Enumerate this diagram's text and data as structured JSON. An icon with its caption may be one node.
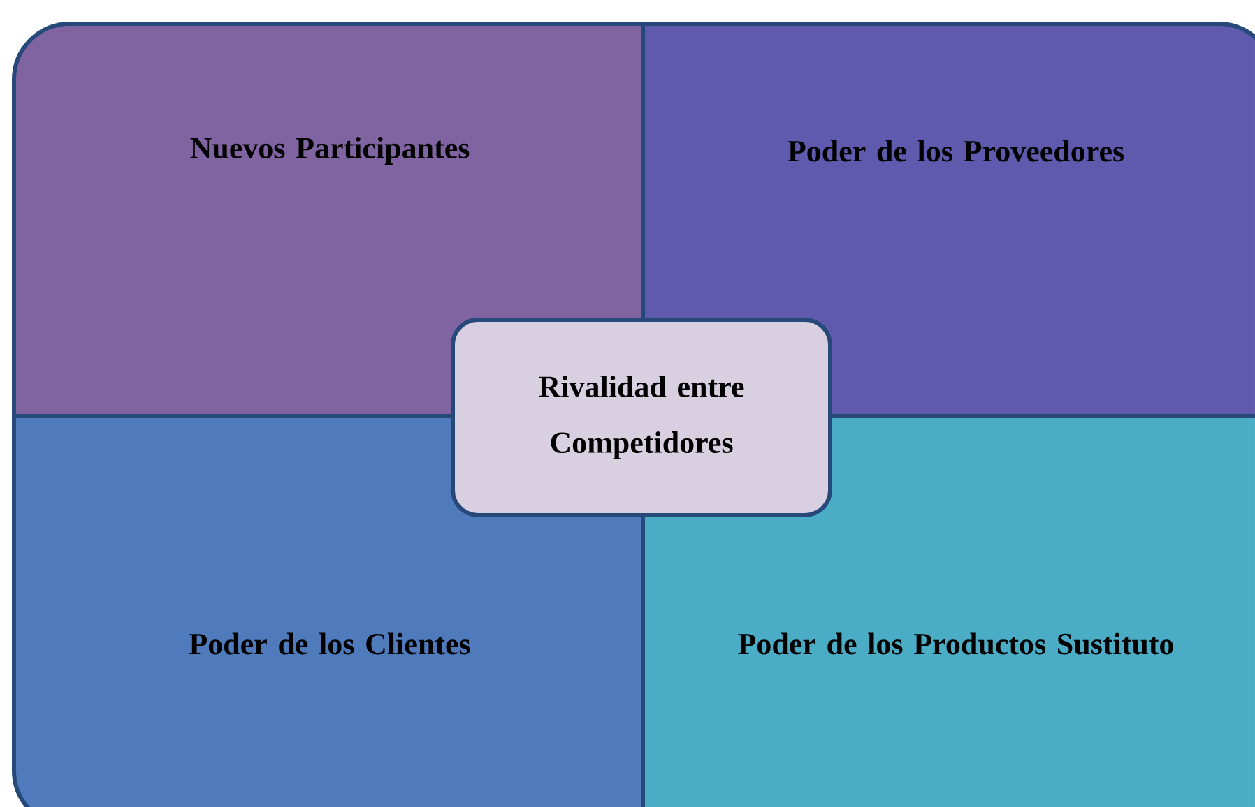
{
  "diagram": {
    "nodes": [
      {
        "text": [
          "Nuevos Participantes"
        ]
      },
      {
        "text": [
          "Poder de los Proveedores"
        ]
      },
      {
        "text": [
          "Poder de los Clientes"
        ]
      },
      {
        "text": [
          "Poder de los Productos Sustituto"
        ]
      },
      {
        "text": [
          "Rivalidad entre Competidores"
        ]
      }
    ]
  }
}
